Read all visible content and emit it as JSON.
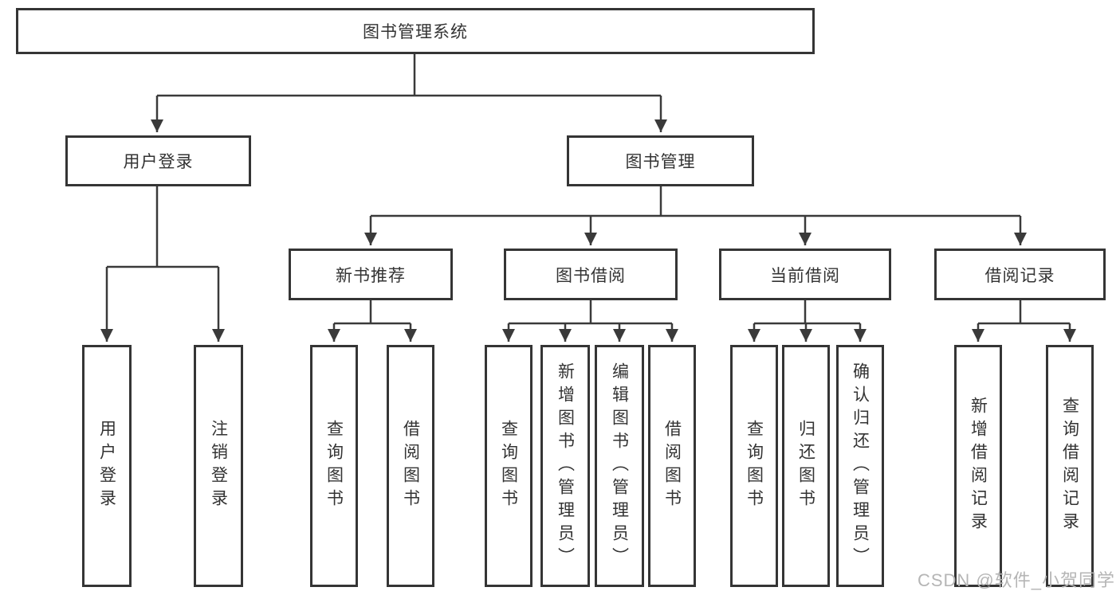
{
  "nodes": {
    "root": "图书管理系统",
    "user_login": "用户登录",
    "book_management": "图书管理",
    "new_book_recommend": "新书推荐",
    "book_borrow": "图书借阅",
    "current_borrow": "当前借阅",
    "borrow_records": "借阅记录",
    "leaf_user_login": "用户登录",
    "leaf_logout": "注销登录",
    "leaf_nb_query_books": "查询图书",
    "leaf_nb_borrow_books": "借阅图书",
    "leaf_bb_query_books": "查询图书",
    "leaf_bb_add_books": "新增图书（管理员）",
    "leaf_bb_edit_books": "编辑图书（管理员）",
    "leaf_bb_borrow_books": "借阅图书",
    "leaf_cb_query_books": "查询图书",
    "leaf_cb_return_books": "归还图书",
    "leaf_cb_confirm_return": "确认归还（管理员）",
    "leaf_br_add_record": "新增借阅记录",
    "leaf_br_query_record": "查询借阅记录"
  },
  "watermark": "CSDN @软件_小贺同学",
  "colors": {
    "line": "#3a3a3a",
    "box_border": "#353535",
    "text": "#333333",
    "background": "#ffffff",
    "watermark": "#b5b5b5"
  }
}
